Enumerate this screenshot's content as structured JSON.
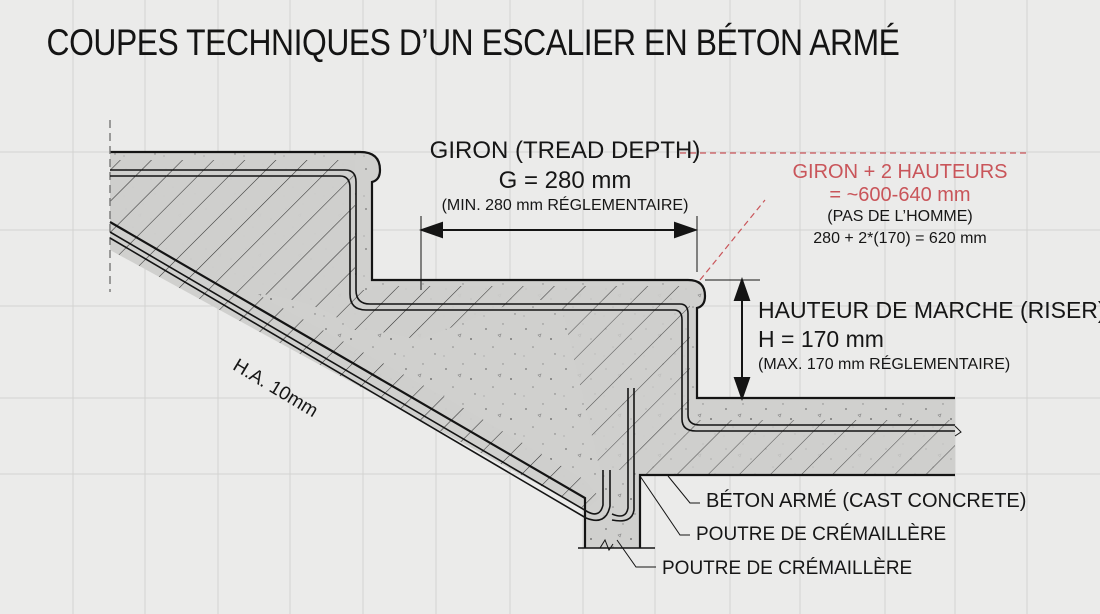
{
  "title": "COUPES TECHNIQUES D’UN ESCALIER EN BÉTON ARMÉ",
  "colors": {
    "background": "#ebebea",
    "grid": "#d3d3d1",
    "concrete": "#cfcfcd",
    "outline": "#141414",
    "accent_red": "#c9555a"
  },
  "giron": {
    "heading": "GIRON (TREAD DEPTH)",
    "value": "G = 280 mm",
    "note": "(MIN. 280 mm RÉGLEMENTAIRE)"
  },
  "pas_de_l_homme": {
    "line1": "GIRON + 2 HAUTEURS",
    "line2": "= ~600-640 mm",
    "line3": "(PAS DE L’HOMME)",
    "formula": "280 + 2*(170) = 620 mm"
  },
  "riser": {
    "heading": "HAUTEUR DE MARCHE (RISER)",
    "value": "H = 170 mm",
    "note": "(MAX. 170 mm RÉGLEMENTAIRE)"
  },
  "rebar_label": "H.A. 10mm",
  "callouts": [
    {
      "label": "BÉTON ARMÉ (CAST CONCRETE)"
    },
    {
      "label": "POUTRE DE CRÉMAILLÈRE"
    },
    {
      "label": "POUTRE DE CRÉMAILLÈRE"
    }
  ],
  "dimensions": {
    "tread_depth_mm": 280,
    "riser_height_mm": 170,
    "rebar_diameter_mm": 10,
    "step_formula_result_mm": 620
  }
}
